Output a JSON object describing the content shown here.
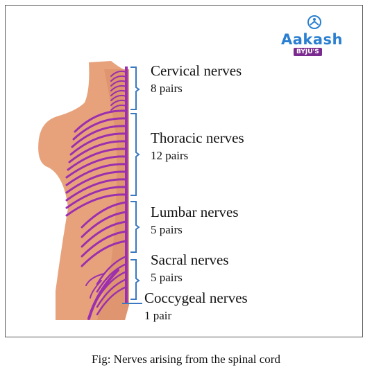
{
  "groups": [
    {
      "name": "Cervical nerves",
      "pairs": "8 pairs"
    },
    {
      "name": "Thoracic nerves",
      "pairs": "12 pairs"
    },
    {
      "name": "Lumbar nerves",
      "pairs": "5 pairs"
    },
    {
      "name": "Sacral nerves",
      "pairs": "5 pairs"
    },
    {
      "name": "Coccygeal nerves",
      "pairs": "1 pair"
    }
  ],
  "logo": {
    "brand": "Aakash",
    "partner": "BYJU'S"
  },
  "caption": "Fig: Nerves arising from the spinal cord",
  "colors": {
    "nerve": "#9b2fae",
    "skin": "#e7a27c",
    "bracket": "#3a78c0",
    "brand": "#2a7fd0"
  }
}
